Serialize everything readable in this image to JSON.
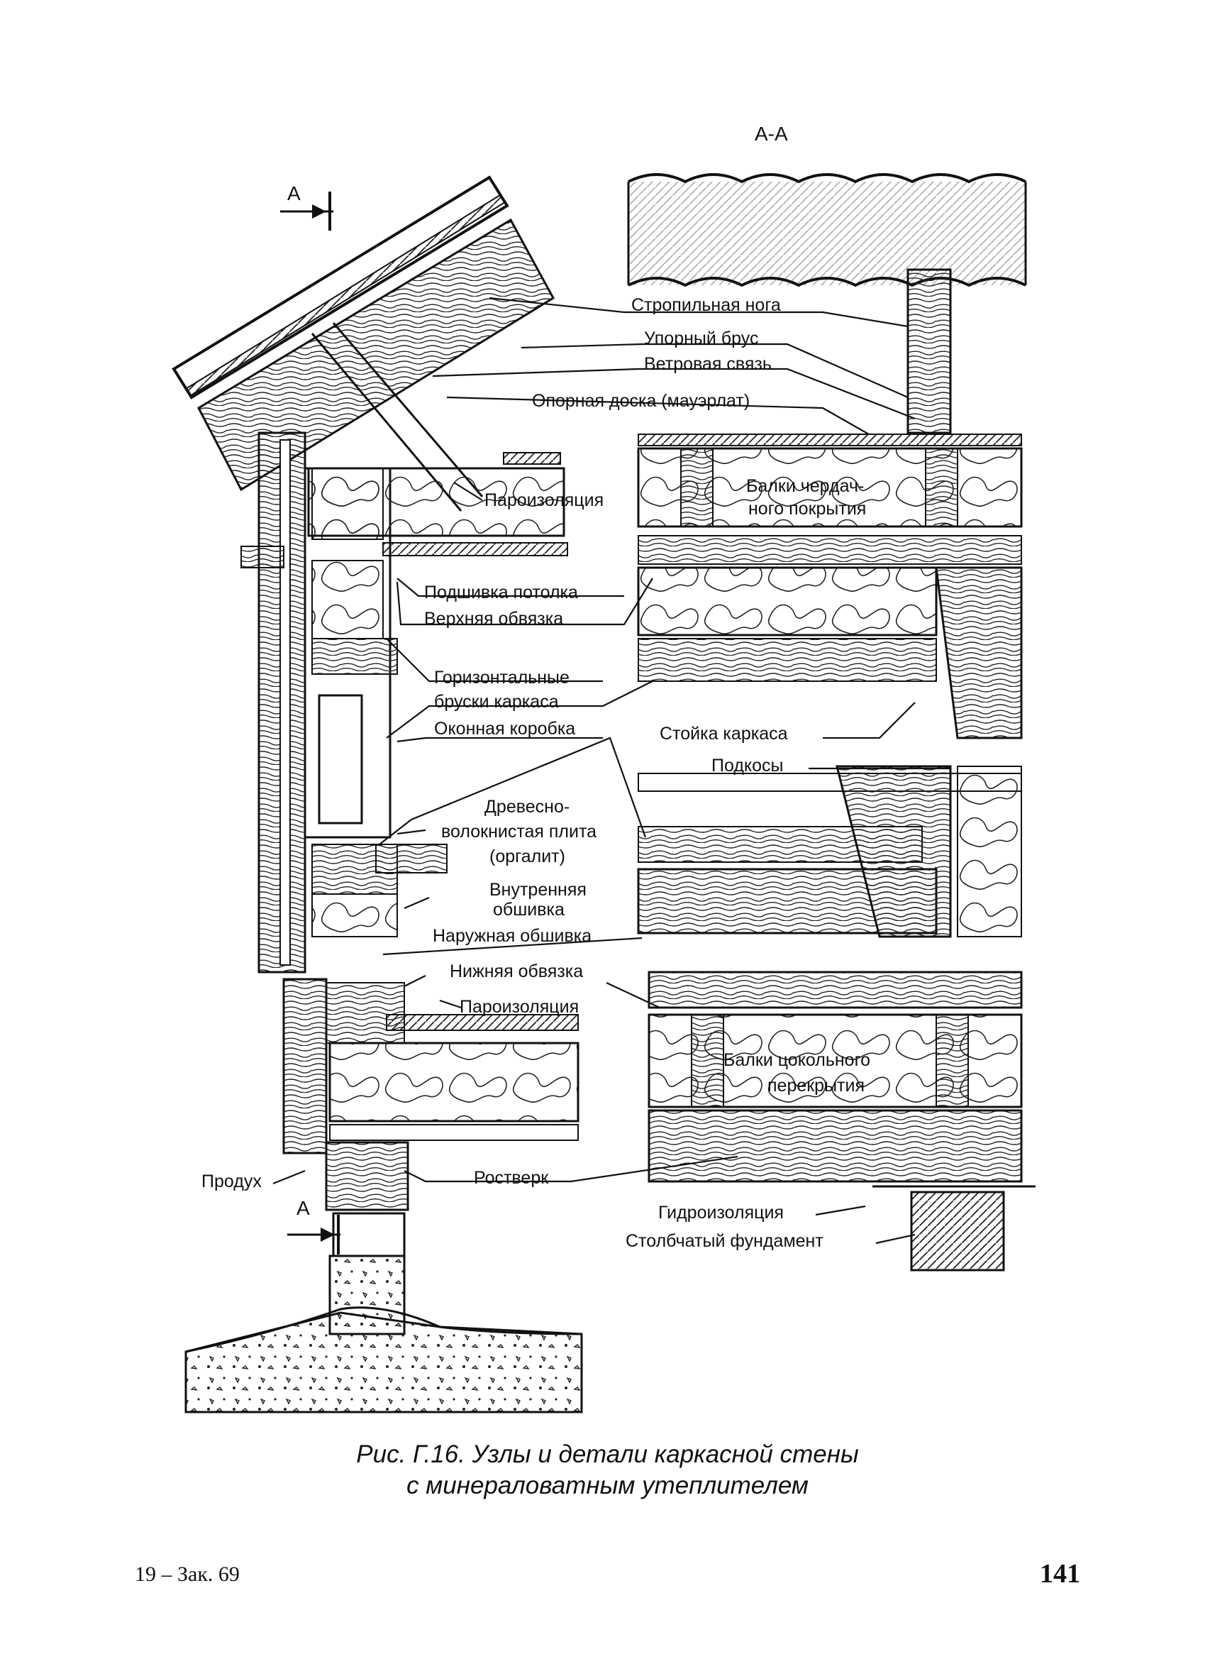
{
  "section_mark": "A-A",
  "cut_mark_top": "A",
  "cut_mark_bottom": "A",
  "labels": {
    "rafter": "Стропильная нога",
    "stop_beam": "Упорный брус",
    "wind_brace": "Ветровая связь",
    "wall_plate": "Опорная доска (мауэрлат)",
    "vapor_barrier_top": "Пароизоляция",
    "attic_beams_1": "Балки чердач-",
    "attic_beams_2": "ного покрытия",
    "ceiling_lining": "Подшивка потолка",
    "top_plate": "Верхняя обвязка",
    "horizontal_bars_1": "Горизонтальные",
    "horizontal_bars_2": "бруски каркаса",
    "window_frame": "Оконная коробка",
    "frame_post": "Стойка каркаса",
    "braces": "Подкосы",
    "fiberboard_1": "Древесно-",
    "fiberboard_2": "волокнистая плита",
    "fiberboard_3": "(оргалит)",
    "inner_lining_1": "Внутренняя",
    "inner_lining_2": "обшивка",
    "outer_lining": "Наружная обшивка",
    "bottom_plate": "Нижняя обвязка",
    "vapor_barrier_bottom": "Пароизоляция",
    "basement_beams_1": "Балки цокольного",
    "basement_beams_2": "перекрытия",
    "vent": "Продух",
    "grillage": "Ростверк",
    "waterproofing": "Гидроизоляция",
    "column_foundation": "Столбчатый фундамент"
  },
  "caption": {
    "line1": "Рис. Г.16. Узлы и детали каркасной стены",
    "line2": "с минераловатным утеплителем"
  },
  "footer": {
    "left": "19 – Зак. 69",
    "page_number": "141"
  }
}
